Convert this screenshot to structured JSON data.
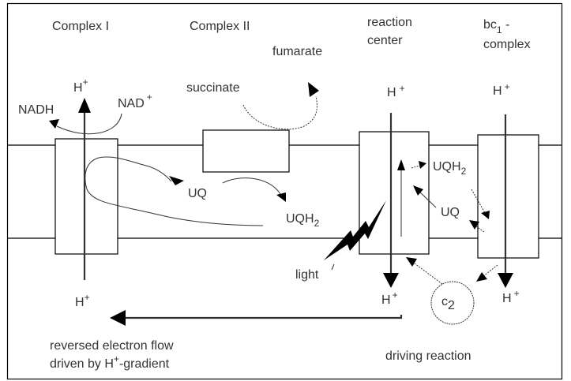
{
  "diagram": {
    "complexes": [
      {
        "id": "complex-1",
        "label": "Complex I"
      },
      {
        "id": "complex-2",
        "label": "Complex II"
      },
      {
        "id": "reaction-center",
        "label_line1": "reaction",
        "label_line2": "center"
      },
      {
        "id": "bc1-complex",
        "label_base": "bc",
        "label_sub": "1",
        "label_suffix": " -",
        "label_line2": "complex"
      }
    ],
    "substrates": {
      "nadh": "NADH",
      "nad": "NAD",
      "nad_sup": "+",
      "succinate": "succinate",
      "fumarate": "fumarate",
      "uq_left": "UQ",
      "uqh2_left": "UQH",
      "uqh2_left_sub": "2",
      "uqh2_right": "UQH",
      "uqh2_right_sub": "2",
      "uq_right": "UQ",
      "light": "light",
      "c2_base": "c",
      "c2_sub": "2"
    },
    "protons": {
      "symbol": "H",
      "sup": "+"
    },
    "captions": {
      "left_line1": "reversed electron flow",
      "left_line2_pre": "driven by H",
      "left_line2_sup": "+",
      "left_line2_post": "-gradient",
      "right": "driving reaction"
    }
  }
}
